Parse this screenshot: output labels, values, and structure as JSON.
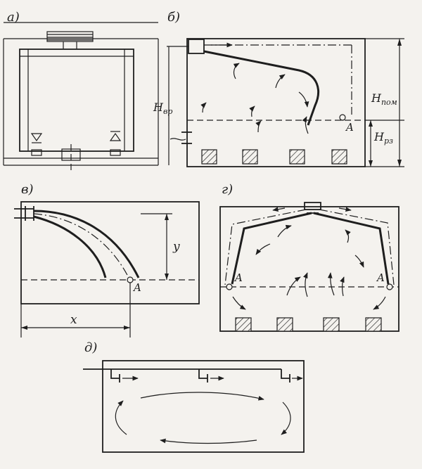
{
  "panels": {
    "a": {
      "label": "а)"
    },
    "b": {
      "label": "б)",
      "h_vr": "H",
      "h_vr_sub": "вр",
      "h_pom": "H",
      "h_pom_sub": "пом",
      "h_rz": "H",
      "h_rz_sub": "рз",
      "point": "A"
    },
    "v": {
      "label": "в)",
      "y": "y",
      "x": "x",
      "point": "A"
    },
    "g": {
      "label": "г)",
      "point_left": "A",
      "point_right": "A"
    },
    "d": {
      "label": "д)"
    }
  }
}
